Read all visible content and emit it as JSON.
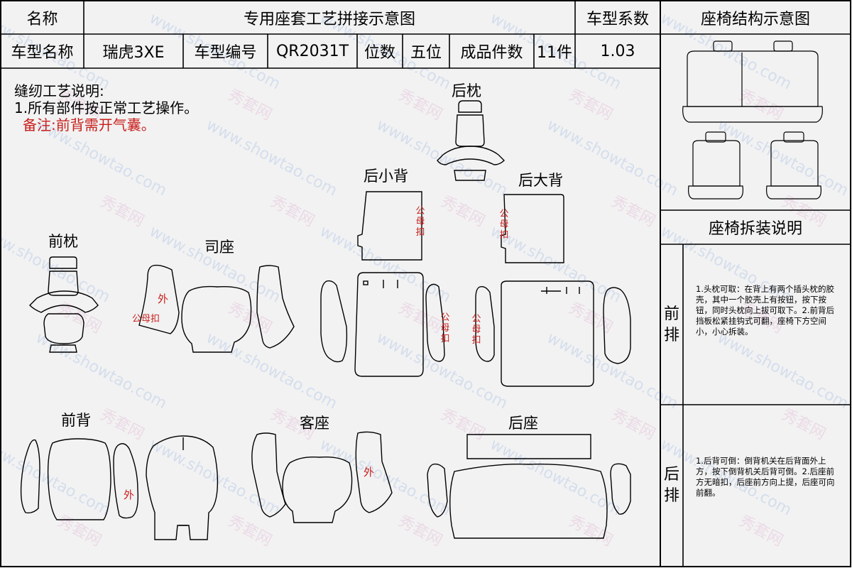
{
  "header": {
    "name_label": "名称",
    "title": "专用座套工艺拼接示意图",
    "coef_label": "车型系数",
    "structure_label": "座椅结构示意图"
  },
  "info": {
    "model_name_label": "车型名称",
    "model_name": "瑞虎3XE",
    "model_code_label": "车型编号",
    "model_code": "QR2031T",
    "seats_label": "位数",
    "seats": "五位",
    "pieces_label": "成品件数",
    "pieces": "11件",
    "coef": "1.03"
  },
  "notes": {
    "heading": "缝纫工艺说明:",
    "item1": "1.所有部件按正常工艺操作。",
    "remark": "备注:前背需开气囊。"
  },
  "parts": {
    "rear_pillow": "后枕",
    "rear_small_back": "后小背",
    "rear_big_back": "后大背",
    "front_pillow": "前枕",
    "driver_seat": "司座",
    "front_back": "前背",
    "passenger_seat": "客座",
    "rear_seat": "后座"
  },
  "marks": {
    "snap_vertical": "公母扣",
    "snap_horizontal": "公母扣",
    "outer": "外"
  },
  "side": {
    "disassembly_title": "座椅拆装说明",
    "front_row": "前排",
    "rear_row": "后排",
    "front_text": "1.头枕可取：在背上有两个插头枕的胶壳，其中一个胶壳上有按钮，按下按钮，同时头枕向上拔可取下。2.前背后挡板松紧挂钩式可翻，座椅下方空间小，小心拆装。",
    "rear_text": "1.后背可倒：倒背机关在后背面外上方，按下倒背机关后背可倒。2.后座前方无暗扣，后座前方向上提，后座可向前翻。"
  },
  "watermark": {
    "site": "www.showtao.com",
    "brand": "秀套网"
  }
}
